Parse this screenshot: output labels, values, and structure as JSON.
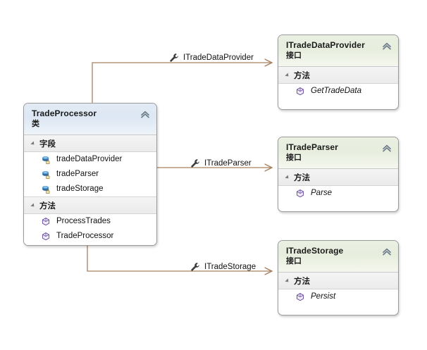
{
  "diagram": {
    "type": "uml-class-diagram",
    "background": "#ffffff",
    "connector_color": "#a9805e"
  },
  "class_box": {
    "name": "TradeProcessor",
    "stereotype": "类",
    "collapse_icon": "chevron-up-double-icon",
    "compartments": [
      {
        "label": "字段",
        "kind": "fields",
        "members": [
          {
            "name": "tradeDataProvider",
            "icon": "field-private-icon",
            "italic": false
          },
          {
            "name": "tradeParser",
            "icon": "field-private-icon",
            "italic": false
          },
          {
            "name": "tradeStorage",
            "icon": "field-private-icon",
            "italic": false
          }
        ]
      },
      {
        "label": "方法",
        "kind": "methods",
        "members": [
          {
            "name": "ProcessTrades",
            "icon": "method-icon",
            "italic": false
          },
          {
            "name": "TradeProcessor",
            "icon": "method-icon",
            "italic": false
          }
        ]
      }
    ]
  },
  "interfaces": [
    {
      "name": "ITradeDataProvider",
      "stereotype": "接口",
      "collapse_icon": "chevron-up-double-icon",
      "compartments": [
        {
          "label": "方法",
          "kind": "methods",
          "members": [
            {
              "name": "GetTradeData",
              "icon": "method-icon",
              "italic": true
            }
          ]
        }
      ]
    },
    {
      "name": "ITradeParser",
      "stereotype": "接口",
      "collapse_icon": "chevron-up-double-icon",
      "compartments": [
        {
          "label": "方法",
          "kind": "methods",
          "members": [
            {
              "name": "Parse",
              "icon": "method-icon",
              "italic": true
            }
          ]
        }
      ]
    },
    {
      "name": "ITradeStorage",
      "stereotype": "接口",
      "collapse_icon": "chevron-up-double-icon",
      "compartments": [
        {
          "label": "方法",
          "kind": "methods",
          "members": [
            {
              "name": "Persist",
              "icon": "method-icon",
              "italic": true
            }
          ]
        }
      ]
    }
  ],
  "connectors": [
    {
      "label": "ITradeDataProvider",
      "icon": "wrench-icon",
      "from": "TradeProcessor",
      "to": "ITradeDataProvider"
    },
    {
      "label": "ITradeParser",
      "icon": "wrench-icon",
      "from": "TradeProcessor",
      "to": "ITradeParser"
    },
    {
      "label": "ITradeStorage",
      "icon": "wrench-icon",
      "from": "TradeProcessor",
      "to": "ITradeStorage"
    }
  ]
}
